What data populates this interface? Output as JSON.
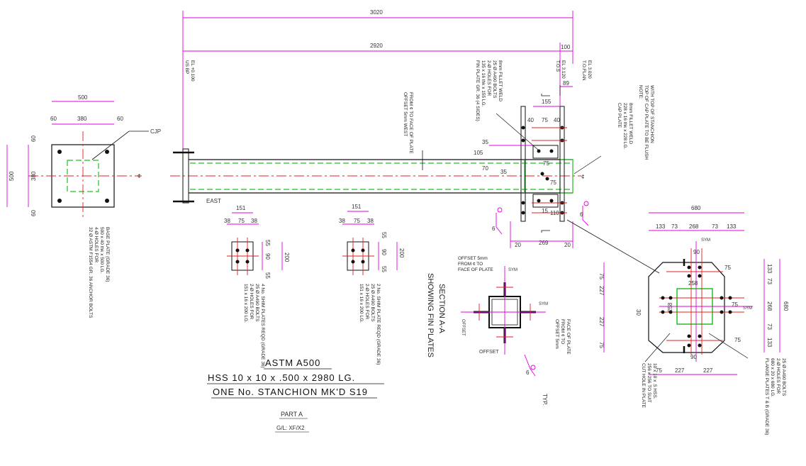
{
  "dims": {
    "overall_top": "3020",
    "overall_mid": "2920",
    "overall_right": "100",
    "base_500_h": "500",
    "base_380_h": "380",
    "base_60_l": "60",
    "base_60_r": "60",
    "base_500_v": "500",
    "base_380_v": "380",
    "base_60_t": "60",
    "base_60_b": "60",
    "d89": "89",
    "d155": "155",
    "d40": "40",
    "d75a": "75",
    "d40b": "40",
    "d35": "35",
    "d105": "105",
    "d70": "70",
    "d35b": "35",
    "d75b": "75",
    "d75c": "75",
    "d110": "110",
    "d20a": "20",
    "d269": "269",
    "d20b": "20",
    "d15": "15",
    "d151a": "151",
    "d38a": "38",
    "d75d": "75",
    "d38b": "38",
    "d55a": "55",
    "d90a": "90",
    "d200a": "200",
    "d55b": "55",
    "d151b": "151",
    "d38c": "38",
    "d75e": "75",
    "d38d": "38",
    "d55c": "55",
    "d90b": "90",
    "d200b": "200",
    "d55d": "55",
    "d680": "680",
    "d133a": "133",
    "d73a": "73",
    "d268a": "268",
    "d73b": "73",
    "d133b": "133",
    "d90c": "90",
    "d75f": "75",
    "d258a": "258",
    "d258b": "258",
    "d30": "30",
    "d75g": "75",
    "d227a": "227",
    "d227b": "227",
    "d75h": "75",
    "d75i": "75",
    "d90d": "90",
    "d75j": "75",
    "d227c": "227",
    "d227d": "227",
    "d75k": "75",
    "d133c": "133",
    "d73c": "73",
    "d268b": "268",
    "d73d": "73",
    "d133d": "133",
    "d680v": "680"
  },
  "labels": {
    "cjp": "CJP",
    "east": "EAST",
    "sym": "SYM",
    "offset": "OFFSET",
    "cl": "¢"
  },
  "notes": {
    "base_plate": [
      "BASE PLATE (GRADE 36)",
      "500 x 40 thk x 500 LG.",
      "4-Ø HOLES FOR",
      "32 Ø ASTM F1554 GR. 36 ANCHOR BOLTS"
    ],
    "fin_plate": [
      "FIN PLATE GR. 36 (4 SIDES)",
      "135 x 16 thk x 155 LG.",
      "2-Ø HOLES FOR",
      "25 Ø A490 BOLTS",
      "8mm FILLET WELD"
    ],
    "cap_plate": [
      "CAP PLATE",
      "228 x 16 thk x 228 LG.",
      "8mm FILLET WELD"
    ],
    "cap_note": [
      "NOTE:",
      "TOP OF CAP PLATE TO BE FLUSH",
      "WITH TOP OF STANCHION"
    ],
    "offset_west": [
      "OFFSET 5mm WEST",
      "FROM ¢ TO FACE OF PLATE"
    ],
    "shim1": [
      "151 x 16 x 200 LG.",
      "2-Ø HOLES FOR",
      "25 Ø A490 BOLTS",
      "4 No. SHIM PLATES REQD (GRADE 36)"
    ],
    "shim2": [
      "151 x 16 x 200 LG.",
      "2-Ø HOLES FOR",
      "25 Ø A490 BOLTS",
      "2 No. SHIM PLATE REQD (GRADE 36)"
    ],
    "section": [
      "SECTION A-A",
      "SHOWING FIN PLATES"
    ],
    "offset_top": [
      "OFFSET 5mm",
      "FROM ¢ TO",
      "FACE OF PLATE"
    ],
    "offset_right": [
      "OFFSET 5mm",
      "FROM ¢ TO",
      "FACE OF PLATE"
    ],
    "cut_hole": [
      "CUT HOLE IN PLATE",
      "256 x 256 TO SUIT",
      "10 x 10 x .5 HSS."
    ],
    "flange": [
      "FLANGE PLATES T & B (GRADE 36)",
      "680 x 20 x 680 LG.",
      "2-Ø HOLES FOR",
      "25 Ø A490 BOLTS"
    ],
    "elev_left": [
      "US BP",
      "EL +0.100"
    ],
    "elev_mid": [
      "T.O.S",
      "EL 3.120"
    ],
    "elev_right": [
      "T.O.FLAN",
      "EL 3.020"
    ]
  },
  "title": {
    "line1": "ASTM A500",
    "line2": "HSS 10 x 10 x .500 x 2980 LG.",
    "line3": "ONE No. STANCHION MK'D S19",
    "part": "PART A",
    "grid": "G/L: XF/X2"
  },
  "weld_symbols": {
    "w1": "6",
    "w2": "6",
    "w3": "6",
    "w4": "6",
    "typ": "TYP."
  },
  "colors": {
    "dimension": "#e000e0",
    "centerline": "#e02020",
    "hss_hidden": "#22c022",
    "object": "#111111"
  }
}
